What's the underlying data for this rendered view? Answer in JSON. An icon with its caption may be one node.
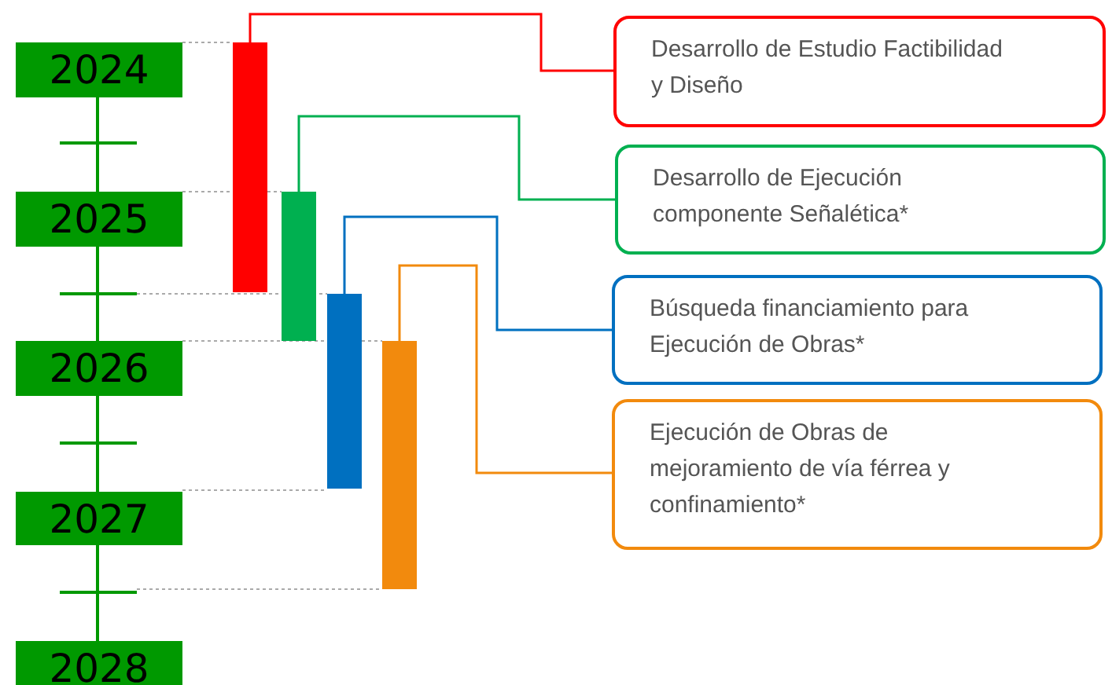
{
  "diagram": {
    "nodes": [
      {
        "text": [
          "2024"
        ]
      },
      {
        "text": [
          "2025"
        ]
      },
      {
        "text": [
          "2026"
        ]
      },
      {
        "text": [
          "2027"
        ]
      },
      {
        "text": [
          "2028"
        ]
      },
      {
        "text": [],
        "shape": "bar"
      },
      {
        "text": [],
        "shape": "bar"
      },
      {
        "text": [],
        "shape": "bar"
      },
      {
        "text": [],
        "shape": "bar"
      },
      {
        "text": [
          "Desarrollo de Estudio Factibilidad y Diseño"
        ]
      },
      {
        "text": [
          "Desarrollo de Ejecución componente Señalética*"
        ]
      },
      {
        "text": [
          "Búsqueda financiamiento para Ejecución de Obras*"
        ]
      },
      {
        "text": [
          "Ejecución de Obras de mejoramiento de vía férrea y confinamiento*"
        ]
      }
    ],
    "edges": [
      {
        "from": 5,
        "to": 9,
        "arrow": "none",
        "color": "#ff0000"
      },
      {
        "from": 6,
        "to": 10,
        "arrow": "none",
        "color": "#00b050"
      },
      {
        "from": 7,
        "to": 11,
        "arrow": "none",
        "color": "#0070c0"
      },
      {
        "from": 8,
        "to": 12,
        "arrow": "none",
        "color": "#f28a0d"
      },
      {
        "from": 0,
        "to": 5,
        "arrow": "none",
        "style": "dashed",
        "color": "#aaaaaa"
      },
      {
        "from": 1,
        "to": 5,
        "arrow": "none",
        "style": "dashed",
        "color": "#aaaaaa"
      },
      {
        "from": 5,
        "to": 6,
        "arrow": "none",
        "style": "dashed",
        "color": "#aaaaaa"
      },
      {
        "from": 2,
        "to": 7,
        "arrow": "none",
        "style": "dashed",
        "color": "#aaaaaa"
      },
      {
        "from": 7,
        "to": 8,
        "arrow": "none",
        "style": "dashed",
        "color": "#aaaaaa"
      },
      {
        "from": 3,
        "to": 7,
        "arrow": "none",
        "style": "dashed",
        "color": "#aaaaaa"
      }
    ]
  }
}
